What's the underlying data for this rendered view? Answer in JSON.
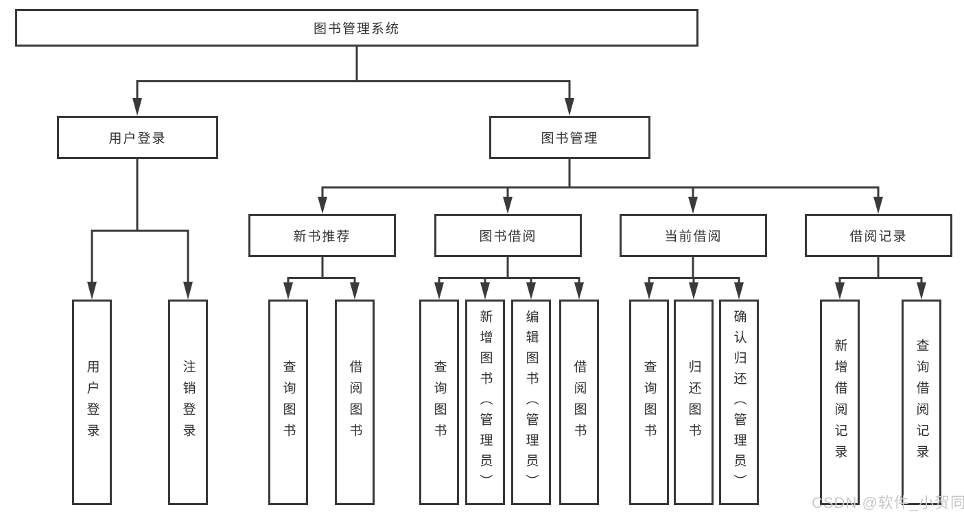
{
  "diagram": {
    "root": {
      "label": "图书管理系统"
    },
    "level2": [
      {
        "label": "用户登录"
      },
      {
        "label": "图书管理"
      }
    ],
    "level3": [
      {
        "label": "新书推荐"
      },
      {
        "label": "图书借阅"
      },
      {
        "label": "当前借阅"
      },
      {
        "label": "借阅记录"
      }
    ],
    "leaves": {
      "user_login": [
        "用户登录",
        "注销登录"
      ],
      "new_book_recommend": [
        "查询图书",
        "借阅图书"
      ],
      "book_borrow": [
        "查询图书",
        "新增图书（管理员）",
        "编辑图书（管理员）",
        "借阅图书"
      ],
      "current_borrow": [
        "查询图书",
        "归还图书",
        "确认归还（管理员）"
      ],
      "borrow_record": [
        "新增借阅记录",
        "查询借阅记录"
      ]
    }
  },
  "watermark": "CSDN @软件_小贺同学",
  "colors": {
    "line": "#3a3a3a",
    "box_border": "#383838",
    "box_fill": "#ffffff",
    "text": "#2f2f2f",
    "watermark": "#c9c9c9"
  }
}
